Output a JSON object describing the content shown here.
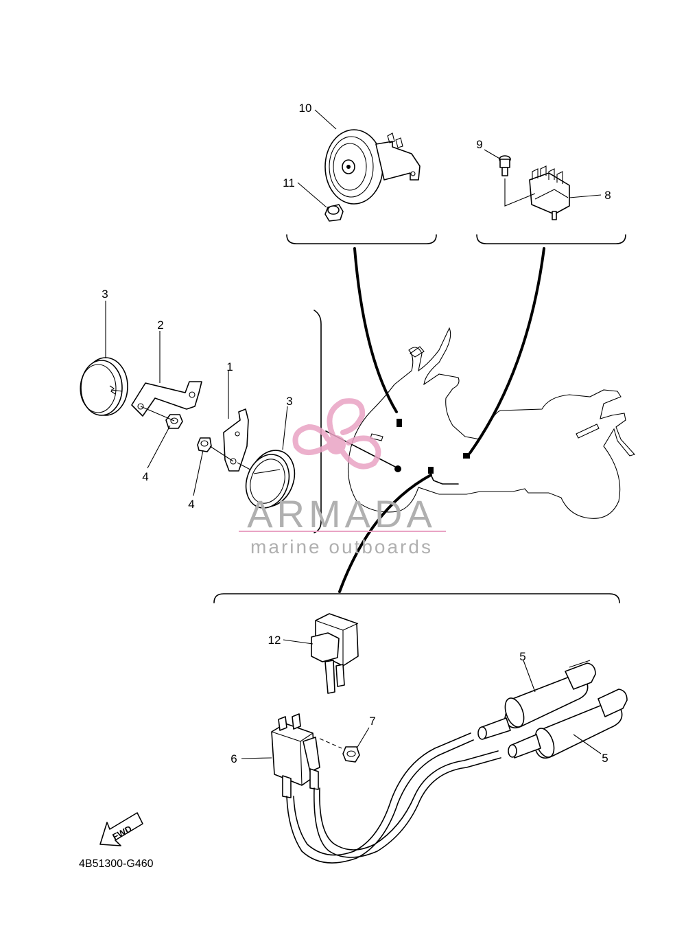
{
  "callouts": {
    "c1": "1",
    "c2": "2",
    "c3a": "3",
    "c3b": "3",
    "c4a": "4",
    "c4b": "4",
    "c5a": "5",
    "c5b": "5",
    "c6": "6",
    "c7": "7",
    "c8": "8",
    "c9": "9",
    "c10": "10",
    "c11": "11",
    "c12": "12"
  },
  "diagram_code": "4B51300-G460",
  "fwd_label": "FWD",
  "watermark": {
    "brand": "ARMADA",
    "tagline": "marine outboards",
    "brand_color": "#b0b0b0",
    "logo_color": "#e9a3c4"
  },
  "colors": {
    "line": "#000000",
    "background": "#ffffff"
  }
}
